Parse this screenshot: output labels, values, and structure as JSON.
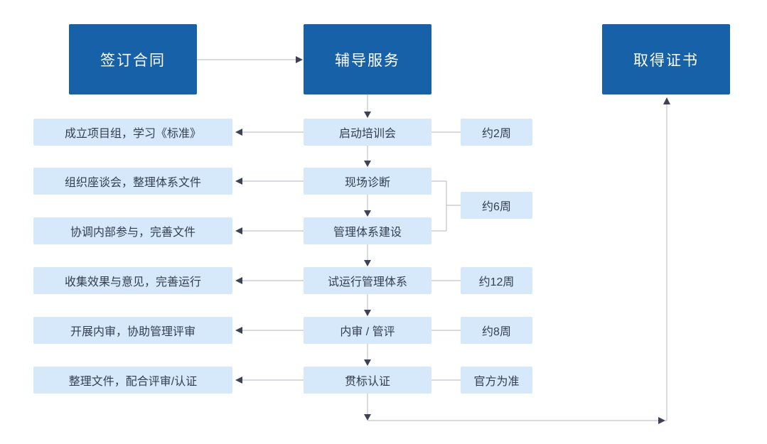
{
  "palette": {
    "stage_blue": "#1761a8",
    "light_blue": "#d5e9fb",
    "box_text": "#333f50",
    "line_gray": "#bfc3cc",
    "arrow_dark": "#3d4355"
  },
  "stages": [
    {
      "label": "签订合同"
    },
    {
      "label": "辅导服务"
    },
    {
      "label": "取得证书"
    }
  ],
  "rows": [
    {
      "left": "成立项目组，学习《标准》",
      "center": "启动培训会"
    },
    {
      "left": "组织座谈会，整理体系文件",
      "center": "现场诊断"
    },
    {
      "left": "协调内部参与，完善文件",
      "center": "管理体系建设"
    },
    {
      "left": "收集效果与意见，完善运行",
      "center": "试运行管理体系"
    },
    {
      "left": "开展内审，协助管理评审",
      "center": "内审 / 管评"
    },
    {
      "left": "整理文件，配合评审/认证",
      "center": "贯标认证"
    }
  ],
  "durations": [
    {
      "label": "约2周"
    },
    {
      "label": "约6周"
    },
    {
      "label": "约12周"
    },
    {
      "label": "约8周"
    },
    {
      "label": "官方为准"
    }
  ]
}
